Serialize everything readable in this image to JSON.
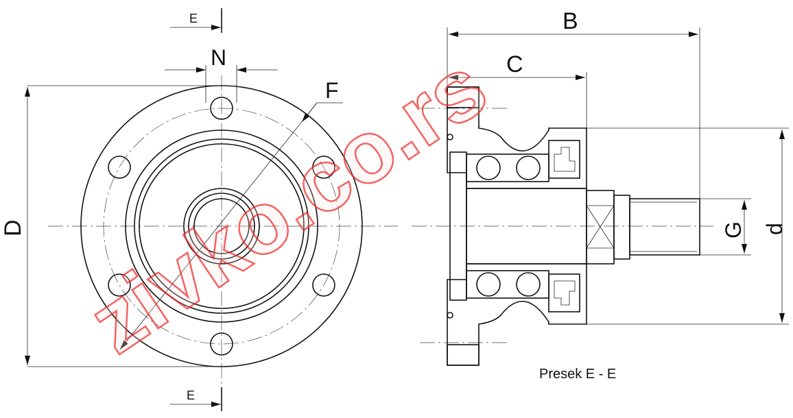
{
  "labels": {
    "e_top": "E",
    "e_bottom": "E",
    "n": "N",
    "f": "F",
    "d_outer": "D",
    "b": "B",
    "c": "C",
    "g": "G",
    "d_inner": "d",
    "section_caption": "Presek E - E"
  },
  "watermark": "zivko.co.rs",
  "colors": {
    "watermark": "#f03030",
    "lines": "#111111"
  }
}
